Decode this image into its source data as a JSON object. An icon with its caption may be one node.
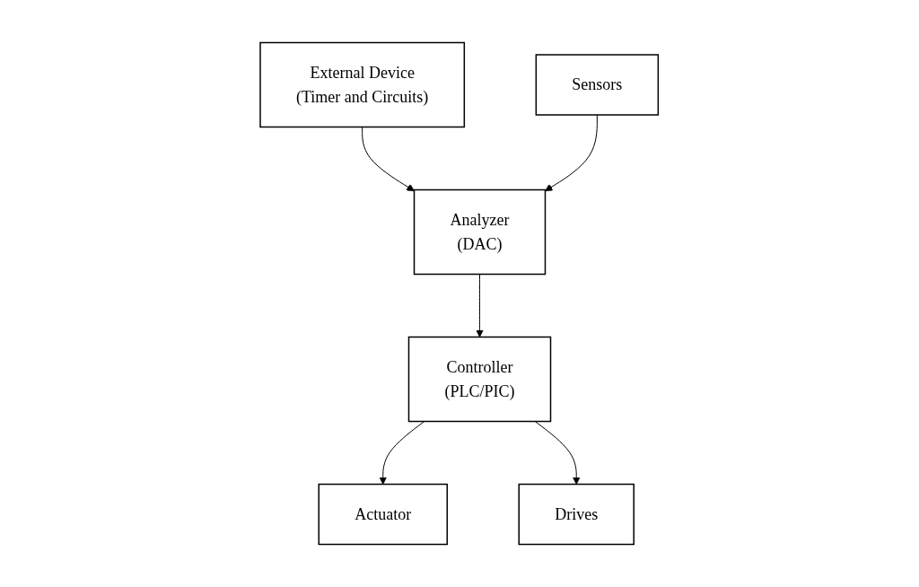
{
  "diagram": {
    "nodes": [
      {
        "text": [
          "External Device",
          "(Timer and Circuits)"
        ]
      },
      {
        "text": [
          "Sensors"
        ]
      },
      {
        "text": [
          "Analyzer",
          "(DAC)"
        ]
      },
      {
        "text": [
          "Controller",
          "(PLC/PIC)"
        ]
      },
      {
        "text": [
          "Actuator"
        ]
      },
      {
        "text": [
          "Drives"
        ]
      }
    ],
    "edges": [
      {
        "from": 0,
        "to": 2,
        "arrow": "to"
      },
      {
        "from": 1,
        "to": 2,
        "arrow": "to"
      },
      {
        "from": 2,
        "to": 3,
        "arrow": "to"
      },
      {
        "from": 3,
        "to": 4,
        "arrow": "to"
      },
      {
        "from": 3,
        "to": 5,
        "arrow": "to"
      }
    ]
  }
}
